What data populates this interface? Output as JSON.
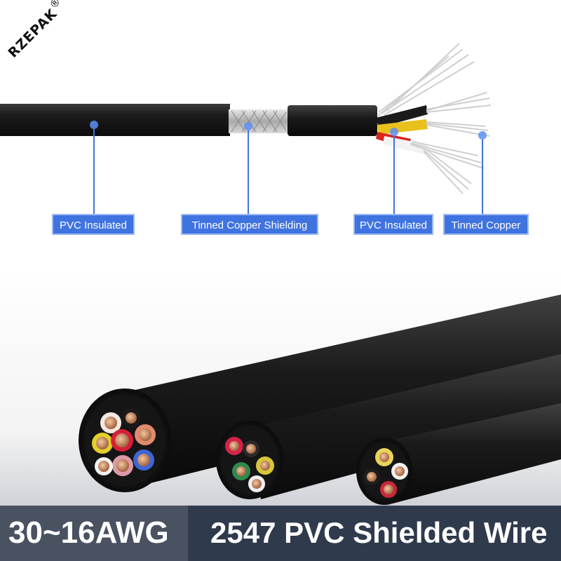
{
  "brand": {
    "name": "RZEPAK",
    "mark": "®"
  },
  "callouts": [
    {
      "id": "pvc-insulated-outer",
      "label": "PVC Insulated"
    },
    {
      "id": "tinned-copper-shielding",
      "label": "Tinned Copper Shielding"
    },
    {
      "id": "pvc-insulated-inner",
      "label": "PVC Insulated"
    },
    {
      "id": "tinned-copper",
      "label": "Tinned Copper"
    }
  ],
  "footer": {
    "gauge": "30~16AWG",
    "product": "2547 PVC Shielded Wire"
  },
  "colors": {
    "callout_bg": "#3f73e0",
    "cable_black": "#1b1b1b",
    "footer_bg": "#2f3a4c",
    "footer_left_bg": "#4a5261"
  }
}
